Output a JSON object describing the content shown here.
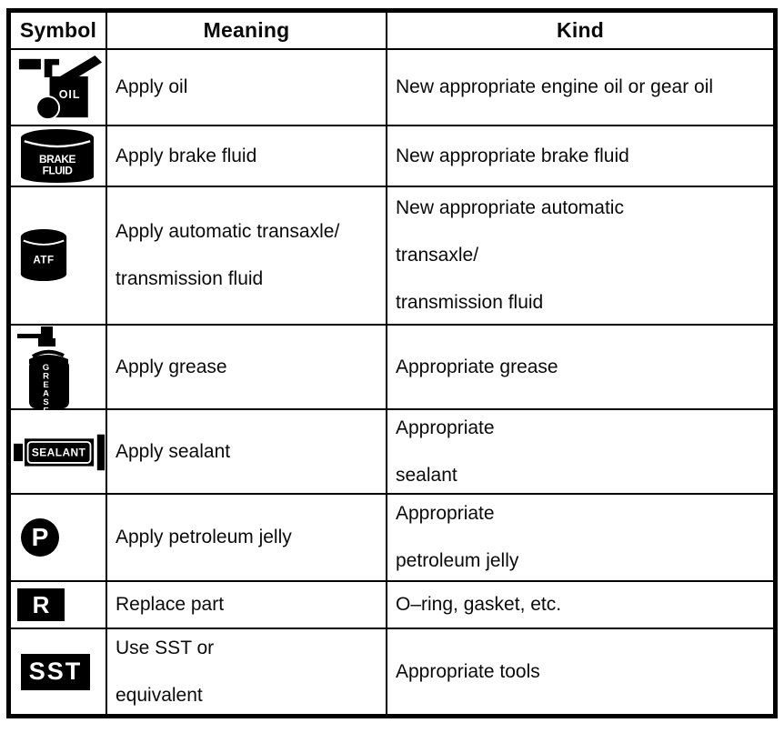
{
  "table": {
    "headers": {
      "symbol": "Symbol",
      "meaning": "Meaning",
      "kind": "Kind"
    },
    "rows": [
      {
        "symbol_icon": "oil-can-icon",
        "symbol_text": "OIL",
        "meaning": "Apply oil",
        "kind": "New appropriate engine oil or gear oil"
      },
      {
        "symbol_icon": "brake-fluid-can-icon",
        "symbol_text_line1": "BRAKE",
        "symbol_text_line2": "FLUID",
        "meaning": "Apply brake fluid",
        "kind": "New appropriate brake fluid"
      },
      {
        "symbol_icon": "atf-can-icon",
        "symbol_text": "ATF",
        "meaning": "Apply automatic transaxle/\ntransmission fluid",
        "kind": "New appropriate automatic\ntransaxle/\ntransmission fluid"
      },
      {
        "symbol_icon": "grease-spray-can-icon",
        "symbol_text": "GREASE",
        "meaning": "Apply grease",
        "kind": "Appropriate grease"
      },
      {
        "symbol_icon": "sealant-tube-icon",
        "symbol_text": "SEALANT",
        "meaning": "Apply sealant",
        "kind": "Appropriate\nsealant"
      },
      {
        "symbol_icon": "petroleum-jelly-icon",
        "symbol_text": "P",
        "meaning": "Apply petroleum jelly",
        "kind": "Appropriate\npetroleum jelly"
      },
      {
        "symbol_icon": "replace-part-icon",
        "symbol_text": "R",
        "meaning": "Replace part",
        "kind": "O–ring, gasket, etc."
      },
      {
        "symbol_icon": "sst-icon",
        "symbol_text": "SST",
        "meaning": "Use SST or\nequivalent",
        "kind": "Appropriate tools"
      }
    ],
    "colors": {
      "border": "#000000",
      "background": "#ffffff",
      "icon_fill": "#000000",
      "icon_text": "#ffffff"
    }
  }
}
